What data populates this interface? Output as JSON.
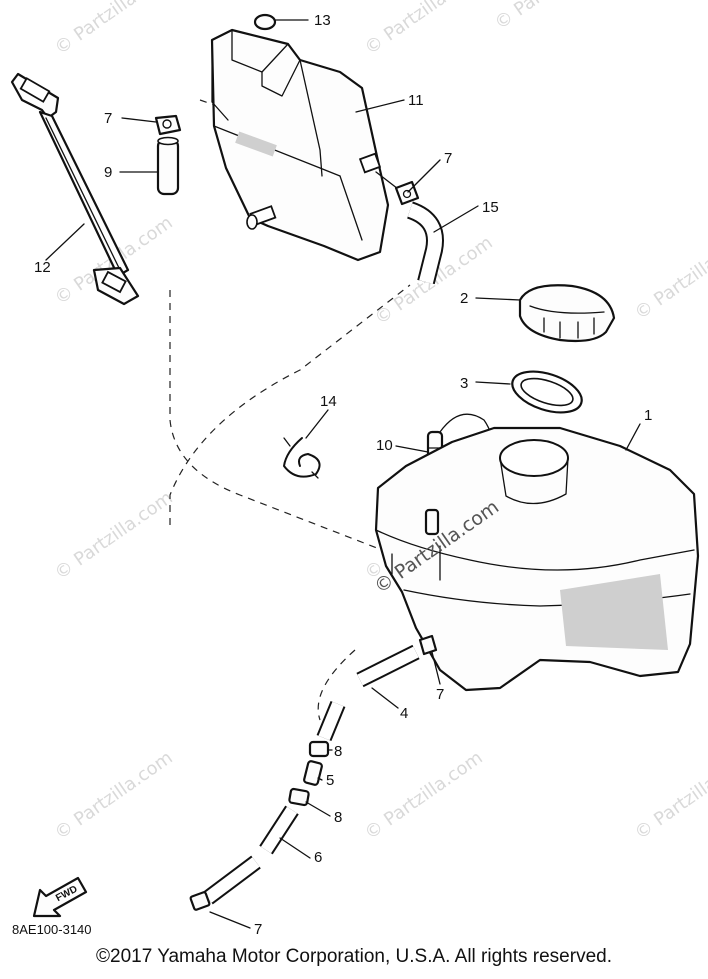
{
  "callouts": {
    "c1": "1",
    "c2": "2",
    "c3": "3",
    "c4": "4",
    "c5": "5",
    "c6": "6",
    "c7a": "7",
    "c7b": "7",
    "c7c": "7",
    "c7d": "7",
    "c8a": "8",
    "c8b": "8",
    "c9": "9",
    "c10": "10",
    "c11": "11",
    "c12": "12",
    "c13": "13",
    "c14": "14",
    "c15": "15"
  },
  "watermark_text": "© Partzilla.com",
  "direction_label": "FWD",
  "diagram_code": "8AE100-3140",
  "copyright": "©2017  Yamaha Motor Corporation, U.S.A. All rights reserved."
}
